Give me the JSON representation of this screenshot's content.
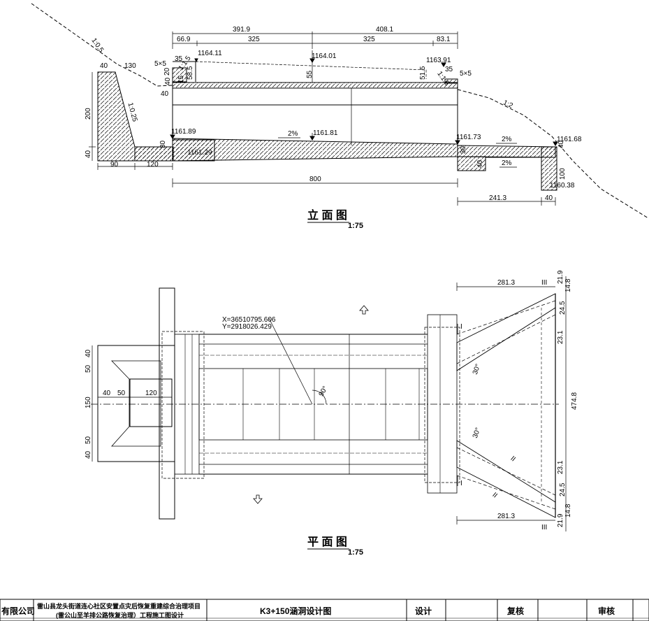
{
  "elevation": {
    "title": "立 面 图",
    "scale": "1:75",
    "dims": {
      "top_left_total": "391.9",
      "top_right_total": "408.1",
      "top_a": "66.9",
      "top_b": "325",
      "top_c": "325",
      "top_d": "83.1",
      "slope_top_left": "1:0.5",
      "slope_wall": "1:0.25",
      "slope_right": "1:2",
      "slope_small_l": "1:1.5",
      "slope_small_r": "1:1.5",
      "w40_top": "40",
      "w130": "130",
      "g5x5_l": "5×5",
      "g5x5_r": "5×5",
      "v35_l": "35",
      "v35_r": "35",
      "v20": "20",
      "v40_l1": "40",
      "v40_l2": "40",
      "v15": "15",
      "v585": "58.5",
      "v55": "55",
      "v515": "51.5",
      "v200": "200",
      "v40_base": "40",
      "v30_l": "30",
      "v30_r": "30",
      "v40_r": "40",
      "v100": "100",
      "v40_rb": "40",
      "w90": "90",
      "w120": "120",
      "w800": "800",
      "w2413": "241.3",
      "w40_rb": "40",
      "pct1": "2%",
      "pct2": "2%",
      "pct3": "2%"
    },
    "elev": {
      "e1": "1164.11",
      "e2": "1164.01",
      "e3": "1163.91",
      "e4": "1161.89",
      "e5": "1161.81",
      "e6": "1161.73",
      "e7": "1161.68",
      "e8": "1161.29",
      "e9": "1160.38"
    }
  },
  "plan": {
    "title": "平 面 图",
    "scale": "1:75",
    "coord_x": "X=36510795.606",
    "coord_y": "Y=2918026.429",
    "angle": "90°",
    "ang30a": "30°",
    "ang30b": "30°",
    "dims": {
      "v40a": "40",
      "v50a": "50",
      "v150": "150",
      "v50b": "50",
      "v40b": "40",
      "h40": "40",
      "h50": "50",
      "h120": "120",
      "w2813_top": "281.3",
      "w2813_bot": "281.3",
      "r219a": "21.9",
      "r148a": "14.8",
      "r245a": "24.5",
      "r231a": "23.1",
      "r4748": "474.8",
      "r231b": "23.1",
      "r245b": "24.5",
      "r148b": "14.8",
      "r219b": "21.9"
    },
    "section_marks": {
      "s1_top": "I",
      "s1_bot": "I",
      "s2_a": "II",
      "s2_b": "II",
      "s3_top": "III",
      "s3_bot": "III"
    }
  },
  "title_block": {
    "company": "有限公司",
    "project_line1": "雷山县龙头街道连心社区安置点灾后恢复重建综合治理项目",
    "project_line2": "(雷公山至羊排公路恢复治理）工程施工图设计",
    "drawing_name": "K3+150涵洞设计图",
    "design_label": "设计",
    "check_label": "复核",
    "review_label": "审核"
  }
}
